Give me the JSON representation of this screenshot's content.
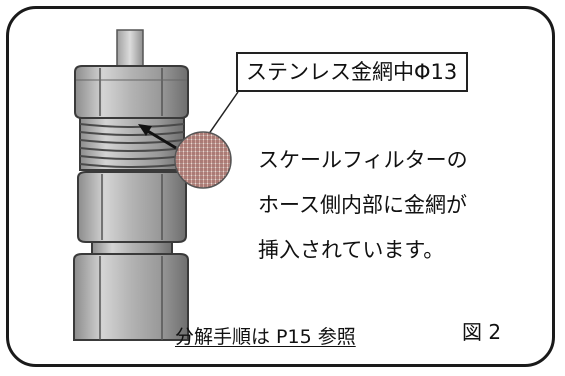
{
  "callout_label": "ステンレス金網中Φ13",
  "description": [
    "スケールフィルターの",
    "ホース側内部に金網が",
    "挿入されています。"
  ],
  "reference": "分解手順は P15 参照",
  "figure_number": "図 2",
  "colors": {
    "border": "#1a1a1a",
    "metal_light": "#c9c9c9",
    "metal_dark": "#7a7a7a",
    "mesh": "#c0504d"
  }
}
